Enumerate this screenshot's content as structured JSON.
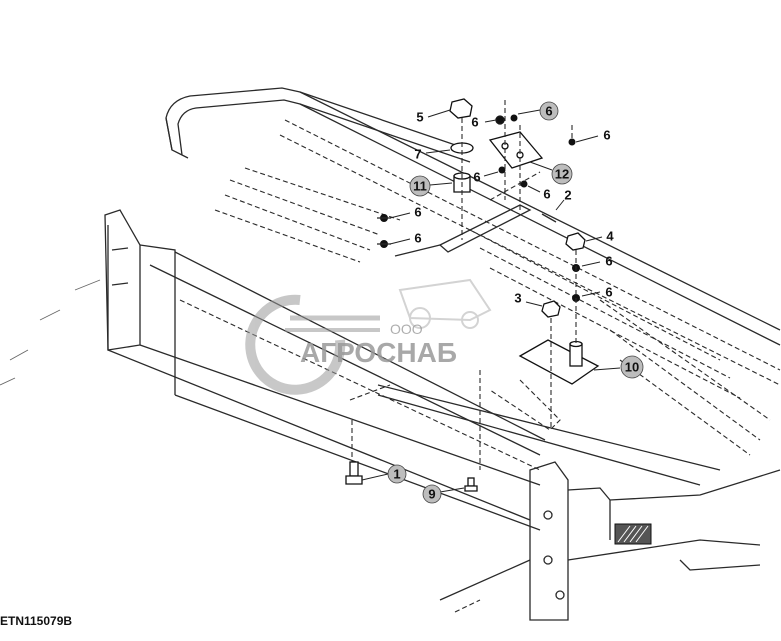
{
  "figure_code": "ETN115079B",
  "watermark": {
    "prefix": "ООО",
    "name": "АГРОСНАБ"
  },
  "callouts": [
    "5",
    "6",
    "6",
    "6",
    "7",
    "12",
    "11",
    "6",
    "6",
    "2",
    "6",
    "6",
    "4",
    "6",
    "3",
    "6",
    "10",
    "1",
    "9"
  ]
}
